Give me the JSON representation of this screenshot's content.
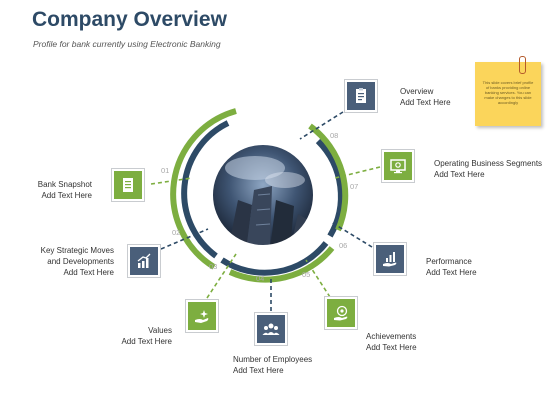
{
  "header": {
    "title": "Company Overview",
    "subtitle": "Profile for bank currently using Electronic Banking"
  },
  "colors": {
    "green": "#7dae40",
    "navy": "#2d4a66",
    "tile_navy": "#4a5f7a",
    "note": "#fbd55b"
  },
  "sticky_note": {
    "text": "This slide covers brief profile of banks providing online banking services. You can make changes to this slide accordingly"
  },
  "steps": [
    {
      "number": "01",
      "title": "Bank Snapshot",
      "text": "Add Text Here",
      "icon": "document-icon"
    },
    {
      "number": "02",
      "title": "Key Strategic Moves and Developments",
      "title_lines": [
        "Key Strategic Moves",
        "and Developments"
      ],
      "text": "Add Text Here",
      "icon": "bar-chart-icon"
    },
    {
      "number": "03",
      "title": "Values",
      "text": "Add Text Here",
      "icon": "hand-sparkle-icon"
    },
    {
      "number": "04",
      "title": "Number of Employees",
      "text": "Add Text Here",
      "icon": "people-group-icon"
    },
    {
      "number": "05",
      "title": "Achievements",
      "text": "Add Text Here",
      "icon": "target-hand-icon"
    },
    {
      "number": "06",
      "title": "Performance",
      "text": "Add Text Here",
      "icon": "hand-growth-icon"
    },
    {
      "number": "07",
      "title": "Operating Business Segments",
      "text": "Add Text Here",
      "icon": "monitor-icon"
    },
    {
      "number": "08",
      "title": "Overview",
      "text": "Add Text Here",
      "icon": "clipboard-icon"
    }
  ]
}
